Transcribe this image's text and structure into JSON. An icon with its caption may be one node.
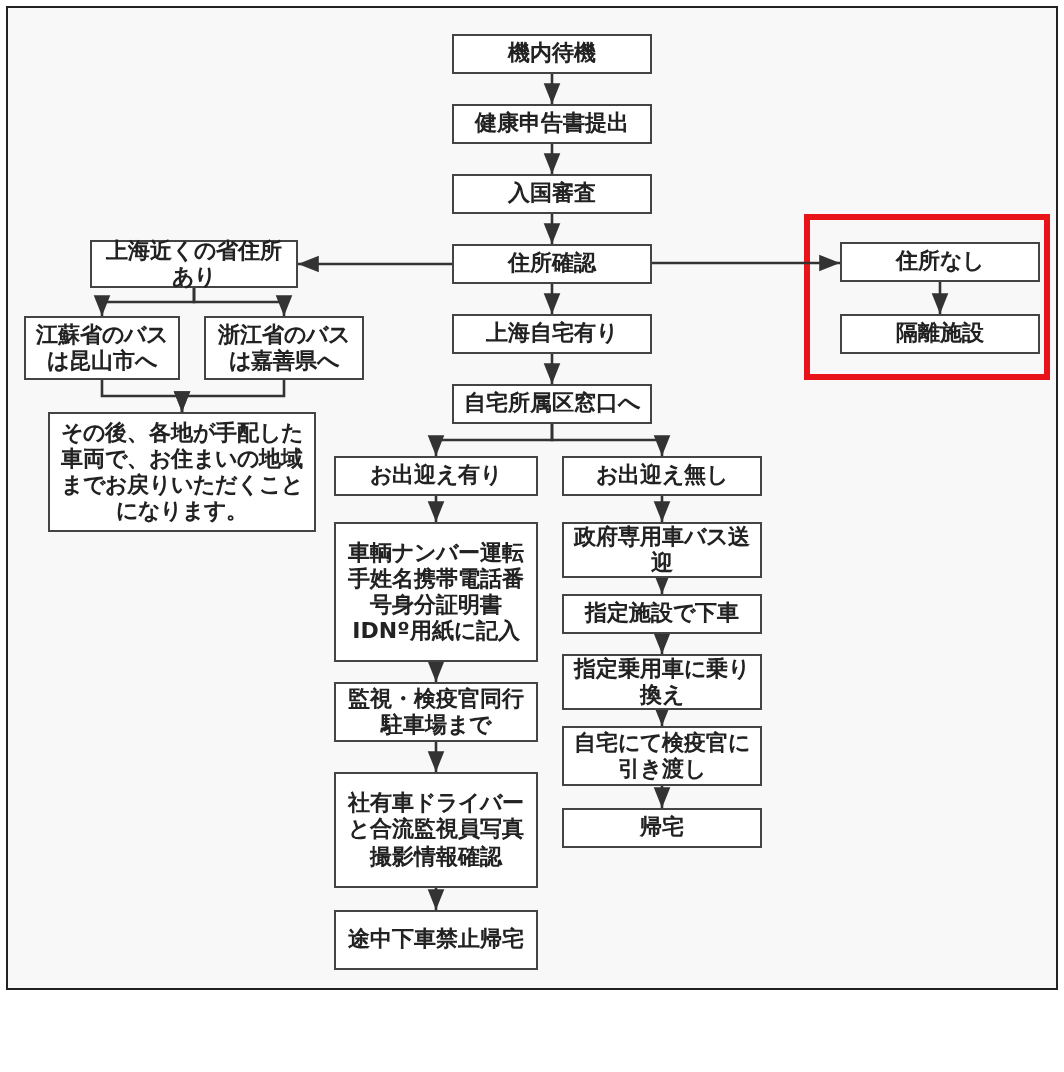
{
  "diagram": {
    "nodes": [
      {
        "text": [
          "機内待機"
        ]
      },
      {
        "text": [
          "健康申告書提出"
        ]
      },
      {
        "text": [
          "入国審査"
        ]
      },
      {
        "text": [
          "住所確認"
        ]
      },
      {
        "text": [
          "上海近くの省住所あり"
        ]
      },
      {
        "text": [
          "江蘇省のバスは昆山市へ"
        ]
      },
      {
        "text": [
          "浙江省のバスは嘉善県へ"
        ]
      },
      {
        "text": [
          "その後、各地が手配した車両で、お住まいの地域までお戻りいただくことになります。"
        ]
      },
      {
        "text": [
          "住所なし"
        ]
      },
      {
        "text": [
          "隔離施設"
        ]
      },
      {
        "text": [
          "上海自宅有り"
        ]
      },
      {
        "text": [
          "自宅所属区窓口へ"
        ]
      },
      {
        "text": [
          "お出迎え有り"
        ]
      },
      {
        "text": [
          "お出迎え無し"
        ]
      },
      {
        "text": [
          "車輌ナンバー運転手姓名携帯電話番号身分証明書IDNº用紙に記入"
        ]
      },
      {
        "text": [
          "政府専用車バス送迎"
        ]
      },
      {
        "text": [
          "監視・検疫官同行駐車場まで"
        ]
      },
      {
        "text": [
          "社有車ドライバーと合流監視員写真撮影情報確認"
        ]
      },
      {
        "text": [
          "途中下車禁止帰宅"
        ]
      },
      {
        "text": [
          "指定施設で下車"
        ]
      },
      {
        "text": [
          "指定乗用車に乗り換え"
        ]
      },
      {
        "text": [
          "自宅にて検疫官に引き渡し"
        ]
      },
      {
        "text": [
          "帰宅"
        ]
      }
    ],
    "edges": [
      {
        "from": 0,
        "to": 1,
        "arrow": "to"
      },
      {
        "from": 1,
        "to": 2,
        "arrow": "to"
      },
      {
        "from": 2,
        "to": 3,
        "arrow": "to"
      },
      {
        "from": 3,
        "to": 4,
        "arrow": "to"
      },
      {
        "from": 3,
        "to": 8,
        "arrow": "to"
      },
      {
        "from": 3,
        "to": 10,
        "arrow": "to"
      },
      {
        "from": 4,
        "to": 5,
        "arrow": "to"
      },
      {
        "from": 4,
        "to": 6,
        "arrow": "to"
      },
      {
        "from": 5,
        "to": 7,
        "arrow": "to"
      },
      {
        "from": 6,
        "to": 7,
        "arrow": "to"
      },
      {
        "from": 8,
        "to": 9,
        "arrow": "to"
      },
      {
        "from": 10,
        "to": 11,
        "arrow": "to"
      },
      {
        "from": 11,
        "to": 12,
        "arrow": "to"
      },
      {
        "from": 11,
        "to": 13,
        "arrow": "to"
      },
      {
        "from": 12,
        "to": 14,
        "arrow": "to"
      },
      {
        "from": 14,
        "to": 16,
        "arrow": "to"
      },
      {
        "from": 16,
        "to": 17,
        "arrow": "to"
      },
      {
        "from": 17,
        "to": 18,
        "arrow": "to"
      },
      {
        "from": 13,
        "to": 15,
        "arrow": "to"
      },
      {
        "from": 15,
        "to": 19,
        "arrow": "to"
      },
      {
        "from": 19,
        "to": 20,
        "arrow": "to"
      },
      {
        "from": 20,
        "to": 21,
        "arrow": "to"
      },
      {
        "from": 21,
        "to": 22,
        "arrow": "to"
      }
    ]
  }
}
